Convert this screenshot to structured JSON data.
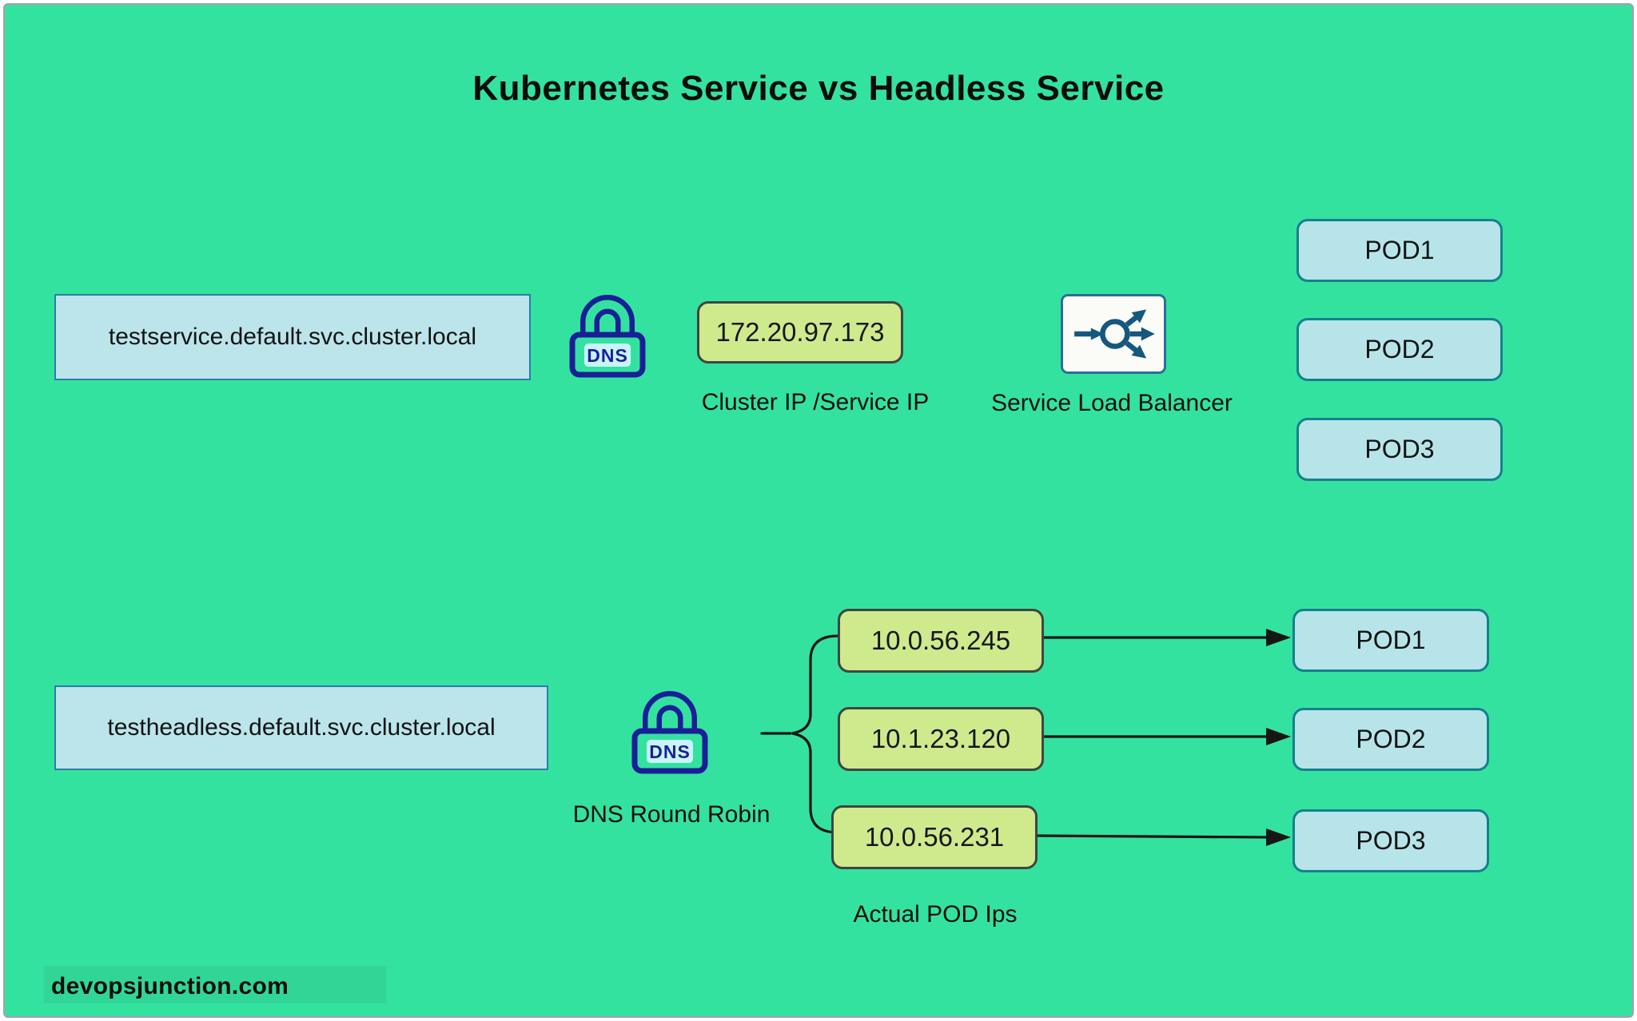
{
  "title": "Kubernetes Service vs Headless Service",
  "colors": {
    "background": "#34E2A0",
    "node_blue_fill": "#B7E4E9",
    "node_blue_border": "#15808D",
    "rect_box_border": "#2A7DA7",
    "ip_box_fill": "#CFE98D",
    "ip_box_border": "#3F4540",
    "dns_lock_navy": "#1A1F97",
    "dns_lock_plate": "#C9F4FD",
    "load_balancer_stroke": "#15587E",
    "connector_black": "#161616"
  },
  "icons": {
    "dns_lock_label": "DNS"
  },
  "service": {
    "dns_name": "testservice.default.svc.cluster.local",
    "cluster_ip": "172.20.97.173",
    "cluster_ip_label": "Cluster IP /Service IP",
    "load_balancer_label": "Service Load Balancer",
    "pods": [
      "POD1",
      "POD2",
      "POD3"
    ]
  },
  "headless": {
    "dns_name": "testheadless.default.svc.cluster.local",
    "dns_label": "DNS Round Robin",
    "pod_ips": [
      "10.0.56.245",
      "10.1.23.120",
      "10.0.56.231"
    ],
    "pod_ips_label": "Actual POD Ips",
    "pods": [
      "POD1",
      "POD2",
      "POD3"
    ]
  },
  "footer": {
    "site": "devopsjunction.com"
  }
}
